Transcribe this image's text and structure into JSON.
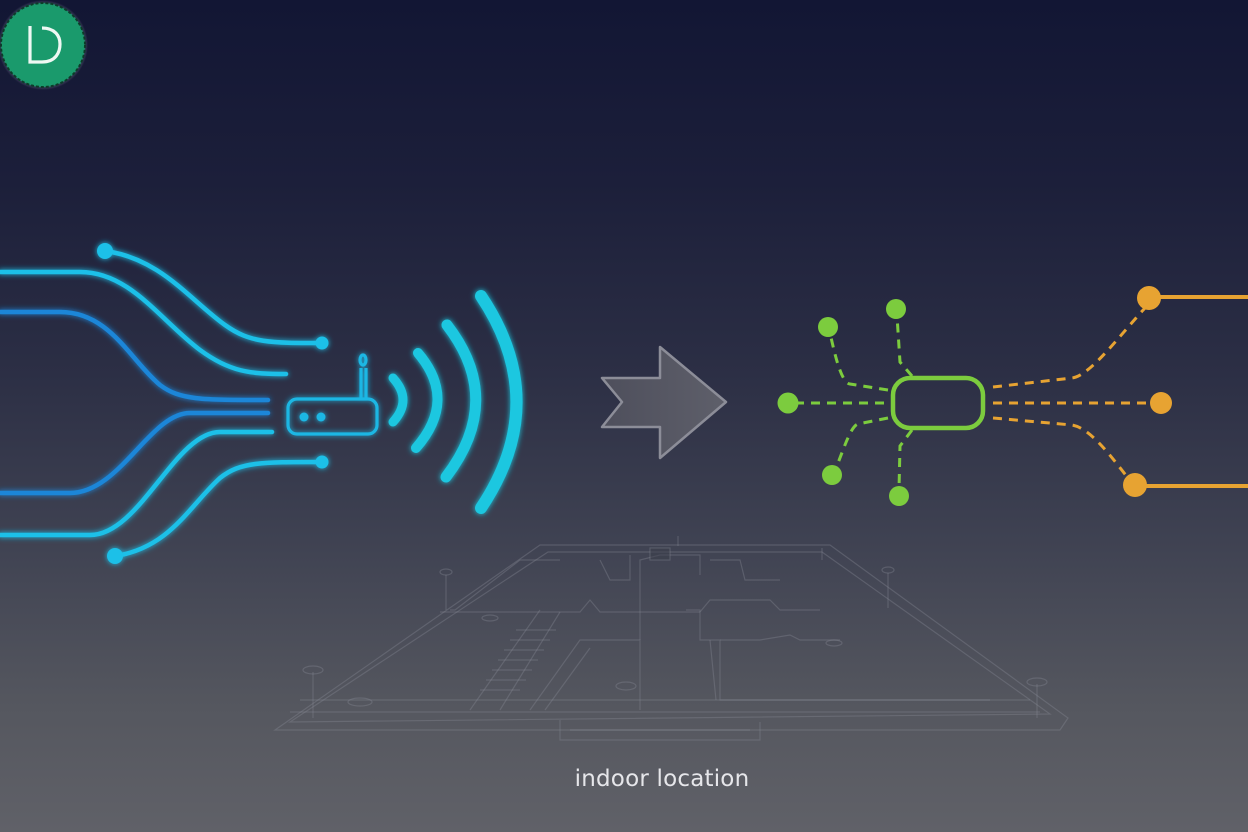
{
  "logo": {
    "letter": "D",
    "color": "#1a9a6c"
  },
  "caption": "indoor location",
  "colors": {
    "bg_top": "#121634",
    "bg_bottom": "#606168",
    "wifi_cyan": "#1cc7e0",
    "line_cyan": "#1cc0e8",
    "line_blue": "#1a86d8",
    "arrow_gray": "#6d6e79",
    "hub_green": "#7ccc3e",
    "orange": "#e7a332",
    "blueprint": "#8a8d99"
  },
  "illustration": {
    "left": "router-with-data-lines",
    "middle": "arrow-right",
    "right": "network-hub-nodes",
    "background": "floor-plan-blueprint"
  }
}
